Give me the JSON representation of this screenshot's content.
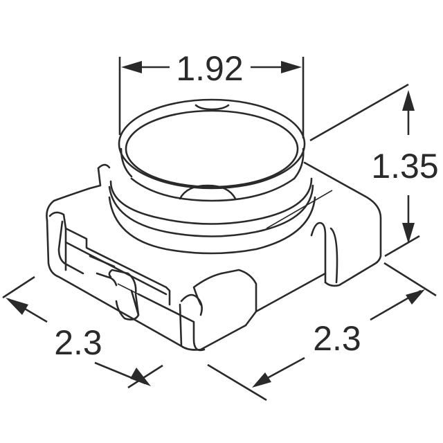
{
  "diagram": {
    "subject": "SMD coaxial connector isometric drawing",
    "dimensions": {
      "top_width": "1.92",
      "height": "1.35",
      "left_depth": "2.3",
      "right_depth": "2.3"
    }
  }
}
